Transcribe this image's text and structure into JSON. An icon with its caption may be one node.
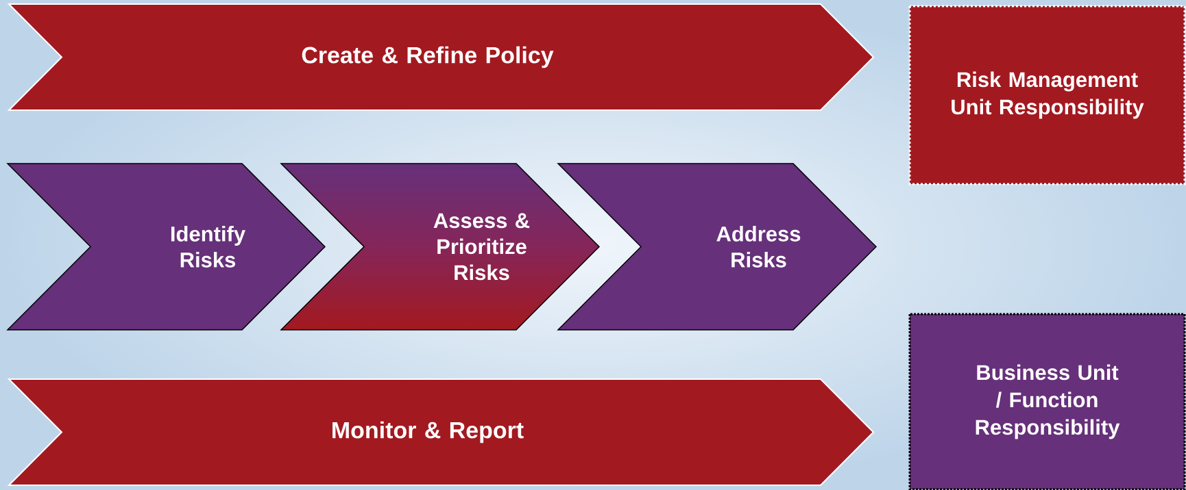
{
  "diagram": {
    "nodes": [
      {
        "text": [
          "Create & Refine Policy"
        ]
      },
      {
        "text": [
          "Identify Risks"
        ]
      },
      {
        "text": [
          "Assess & Prioritize Risks"
        ]
      },
      {
        "text": [
          "Address Risks"
        ]
      },
      {
        "text": [
          "Monitor & Report"
        ]
      }
    ],
    "legend": [
      {
        "text": "Risk Management Unit Responsibility",
        "color": "#a31920"
      },
      {
        "text": "Business Unit / Function Responsibility",
        "color": "#66307a"
      }
    ]
  }
}
